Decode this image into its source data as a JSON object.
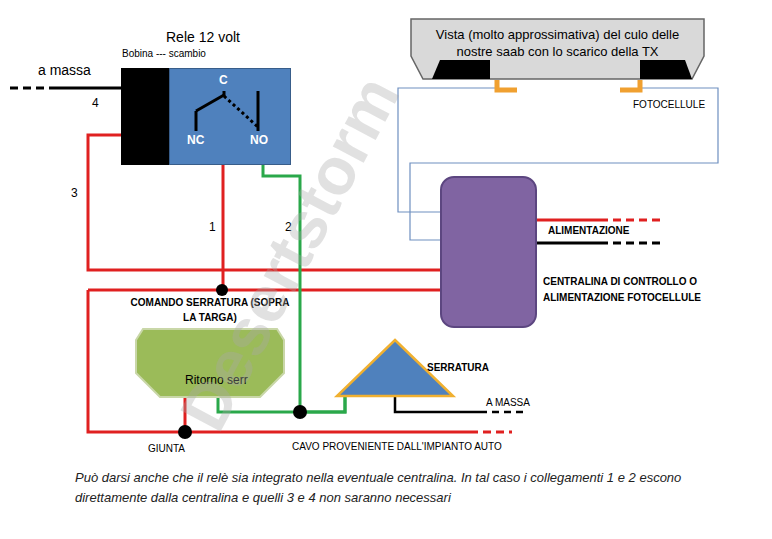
{
  "diagram": {
    "caption": "Può darsi anche che il relè sia integrato nella eventuale centralina. In tal caso i collegamenti 1 e 2 escono direttamente  dalla centralina e quelli 3 e 4 non saranno necessari",
    "nodes": [
      {
        "text": [
          "Rele 12 volt",
          "Bobina --- scambio"
        ]
      },
      {
        "text": [
          "C",
          "NC",
          "NO"
        ],
        "in": 0
      },
      {
        "text": [
          "Vista (molto approssimativa) del culo delle nostre saab con lo scarico della TX"
        ]
      },
      {
        "text": [
          "CENTRALINA DI CONTROLLO O ALIMENTAZIONE FOTOCELLULE"
        ]
      },
      {
        "text": [
          "COMANDO SERRATURA (SOPRA LA TARGA)",
          "Ritorno serr"
        ]
      },
      {
        "text": [
          "SERRATURA"
        ]
      }
    ],
    "edges": [
      {
        "from": 0,
        "to": 3,
        "arrow": "none"
      },
      {
        "from": 1,
        "to": 3,
        "arrow": "none"
      },
      {
        "from": 1,
        "to": 5,
        "arrow": "none"
      },
      {
        "from": 4,
        "to": 5,
        "arrow": "none"
      }
    ],
    "labels": [
      "a massa",
      "4",
      "3",
      "1",
      "2",
      "FOTOCELLULE",
      "ALIMENTAZIONE",
      "GIUNTA",
      "CAVO PROVENIENTE DALL'IMPIANTO AUTO",
      "A MASSA",
      "Desertstorm"
    ]
  }
}
